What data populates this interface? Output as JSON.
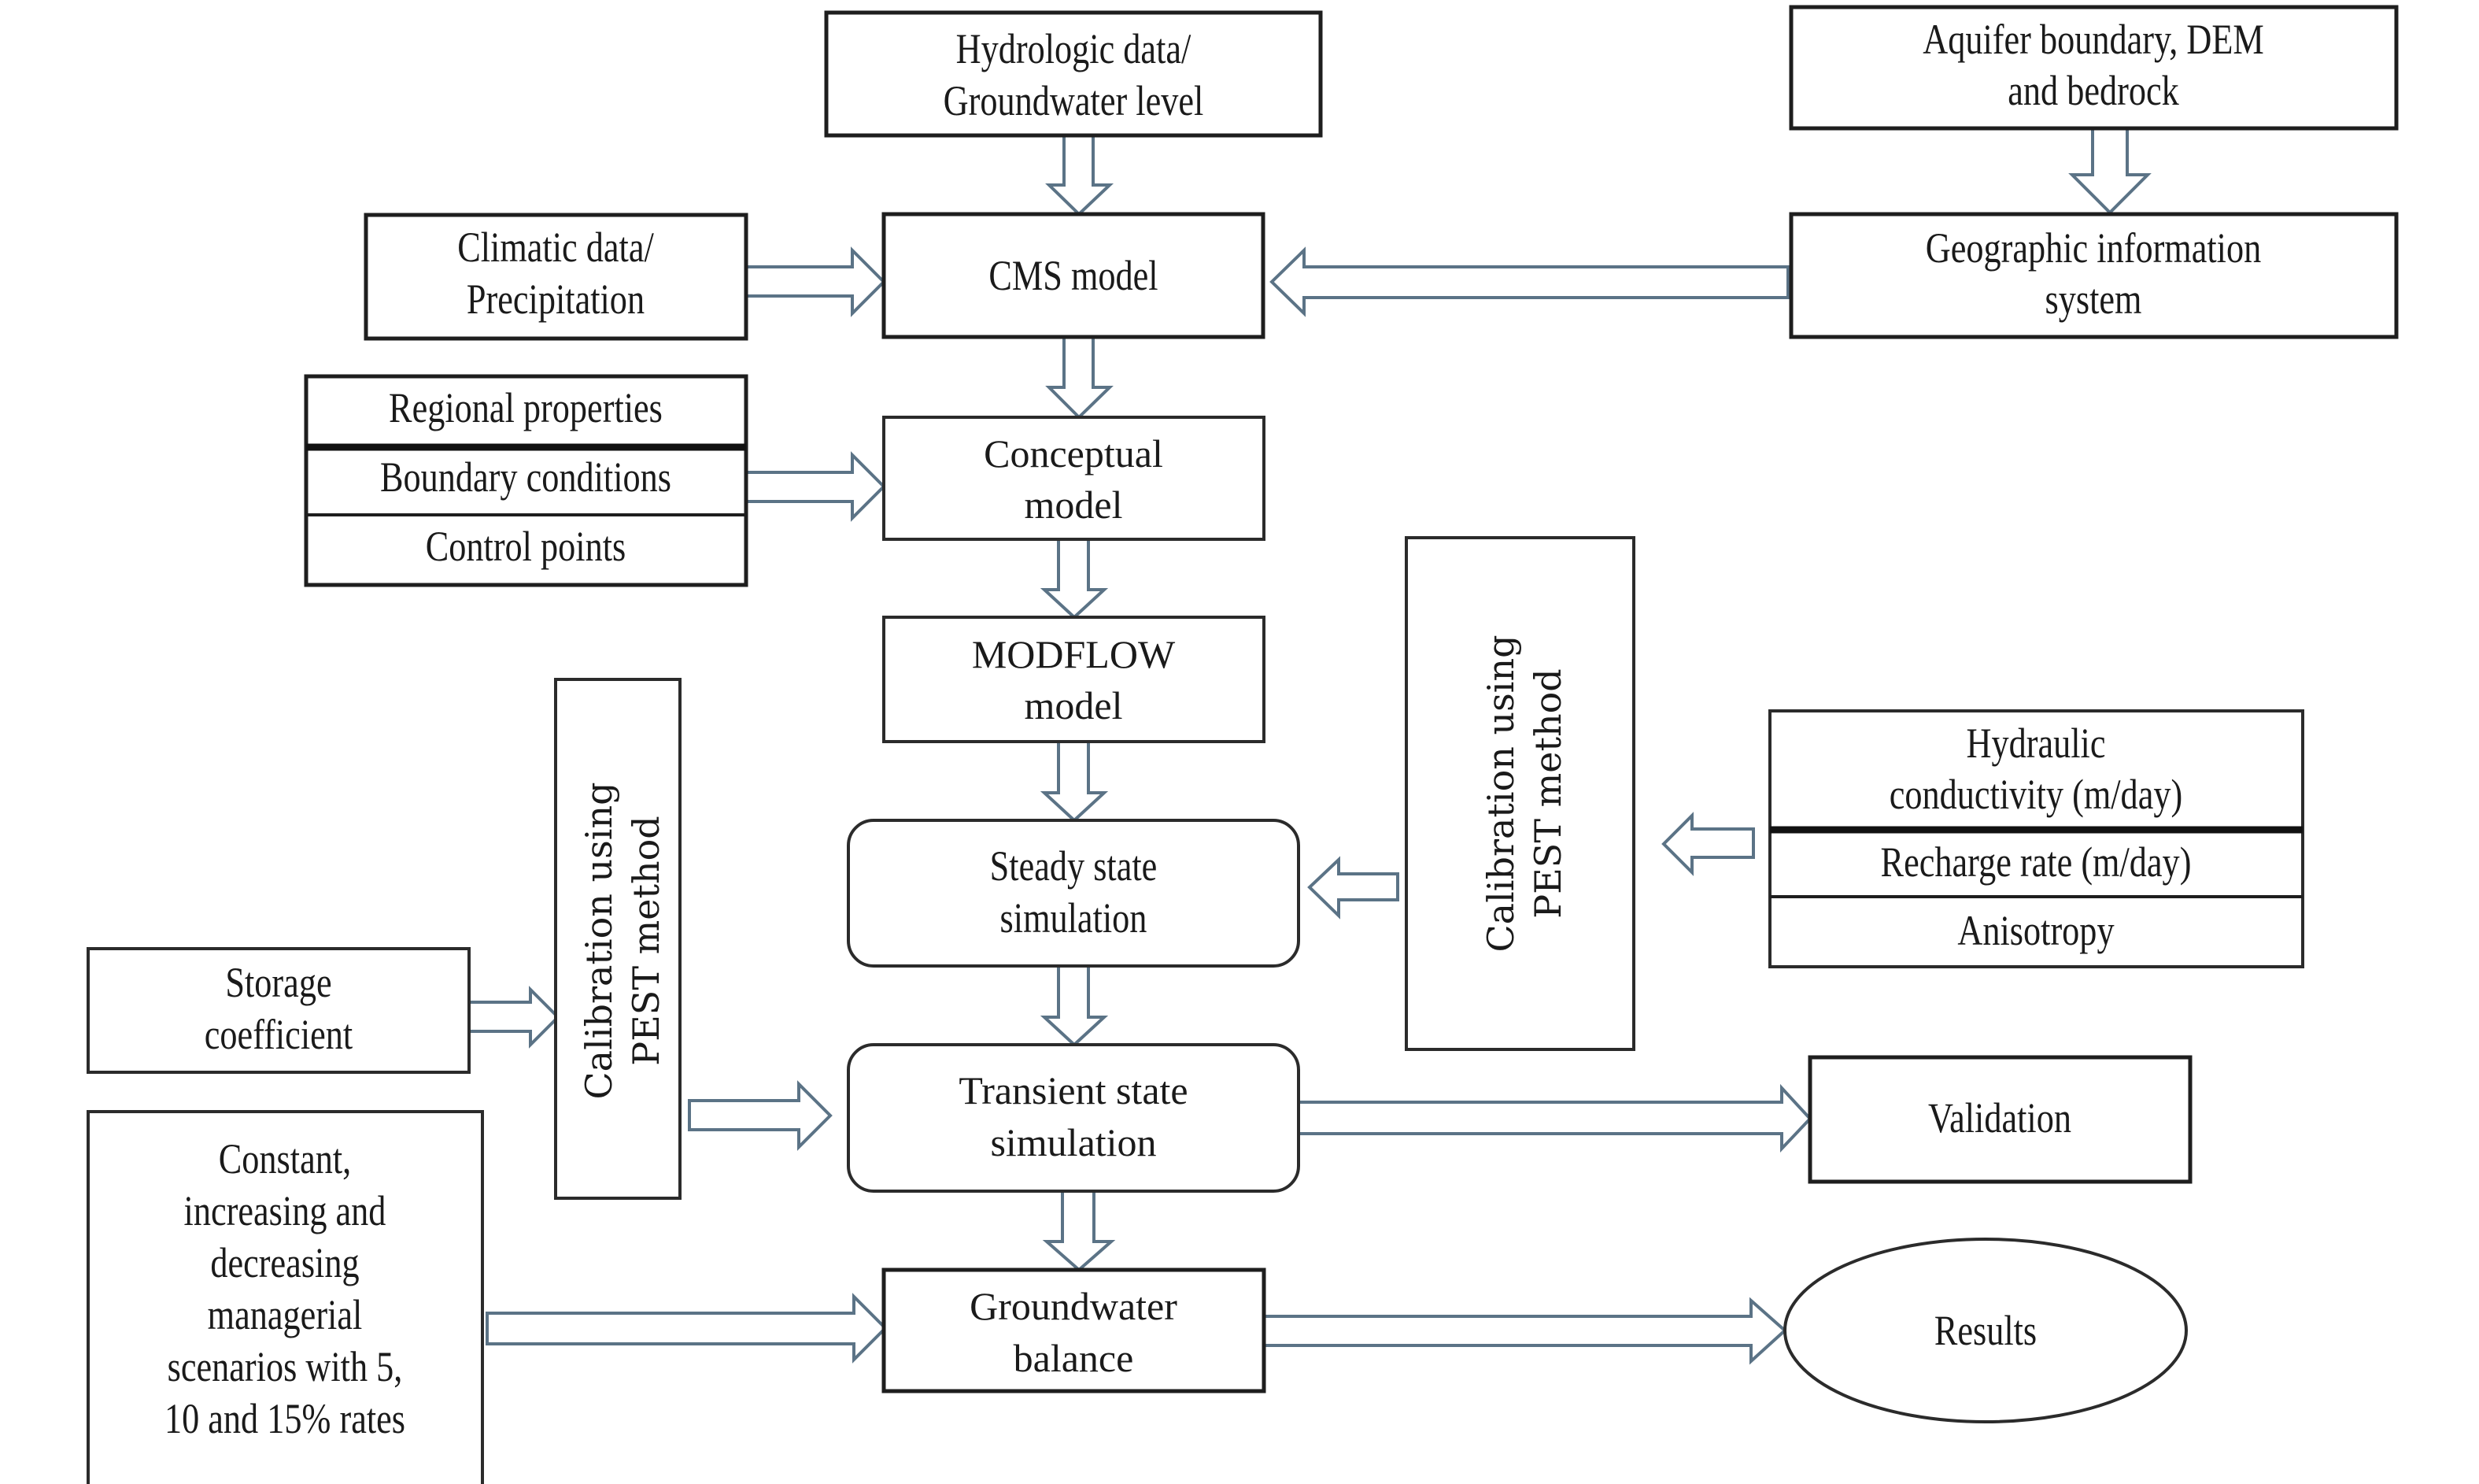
{
  "figure": {
    "type": "flowchart",
    "colors": {
      "box_border": "#2b2b2b",
      "arrow_outline": "#5b7386",
      "text": "#1a1a1a",
      "background": "#ffffff"
    },
    "nodes": {
      "hydrologic": {
        "lines": [
          "Hydrologic data/",
          "Groundwater level"
        ]
      },
      "aquifer": {
        "lines": [
          "Aquifer boundary, DEM",
          "and bedrock"
        ]
      },
      "climatic": {
        "lines": [
          "Climatic data/",
          "Precipitation"
        ]
      },
      "cms": {
        "lines": [
          "CMS model"
        ]
      },
      "gis": {
        "lines": [
          "Geographic information",
          "system"
        ]
      },
      "inputs_stack": {
        "rows": [
          "Regional properties",
          "Boundary conditions",
          "Control points"
        ]
      },
      "conceptual": {
        "lines": [
          "Conceptual",
          "model"
        ]
      },
      "modflow": {
        "lines": [
          "MODFLOW",
          "model"
        ]
      },
      "calibration_right": {
        "lines": [
          "Calibration using",
          "PEST method"
        ]
      },
      "hydraulic_stack": {
        "rows": [
          [
            "Hydraulic",
            "conductivity (m/day)"
          ],
          [
            "Recharge rate (m/day)"
          ],
          [
            "Anisotropy"
          ]
        ]
      },
      "steady": {
        "lines": [
          "Steady state",
          "simulation"
        ]
      },
      "calibration_left": {
        "lines": [
          "Calibration using",
          "PEST method"
        ]
      },
      "storage": {
        "lines": [
          "Storage",
          "coefficient"
        ]
      },
      "transient": {
        "lines": [
          "Transient state",
          "simulation"
        ]
      },
      "validation": {
        "lines": [
          "Validation"
        ]
      },
      "scenarios": {
        "lines": [
          "Constant,",
          "increasing and",
          "decreasing",
          "managerial",
          "scenarios with 5,",
          "10 and 15% rates"
        ]
      },
      "gw_balance": {
        "lines": [
          "Groundwater",
          "balance"
        ]
      },
      "results": {
        "lines": [
          "Results"
        ]
      }
    },
    "edges": [
      {
        "from": "hydrologic",
        "to": "cms"
      },
      {
        "from": "aquifer",
        "to": "gis"
      },
      {
        "from": "climatic",
        "to": "cms"
      },
      {
        "from": "gis",
        "to": "cms"
      },
      {
        "from": "cms",
        "to": "conceptual"
      },
      {
        "from": "inputs_stack",
        "to": "conceptual"
      },
      {
        "from": "conceptual",
        "to": "modflow"
      },
      {
        "from": "modflow",
        "to": "steady"
      },
      {
        "from": "hydraulic_stack",
        "to": "calibration_right"
      },
      {
        "from": "calibration_right",
        "to": "steady"
      },
      {
        "from": "steady",
        "to": "transient"
      },
      {
        "from": "storage",
        "to": "calibration_left"
      },
      {
        "from": "calibration_left",
        "to": "transient"
      },
      {
        "from": "transient",
        "to": "validation"
      },
      {
        "from": "transient",
        "to": "gw_balance"
      },
      {
        "from": "scenarios",
        "to": "gw_balance"
      },
      {
        "from": "gw_balance",
        "to": "results"
      }
    ]
  }
}
